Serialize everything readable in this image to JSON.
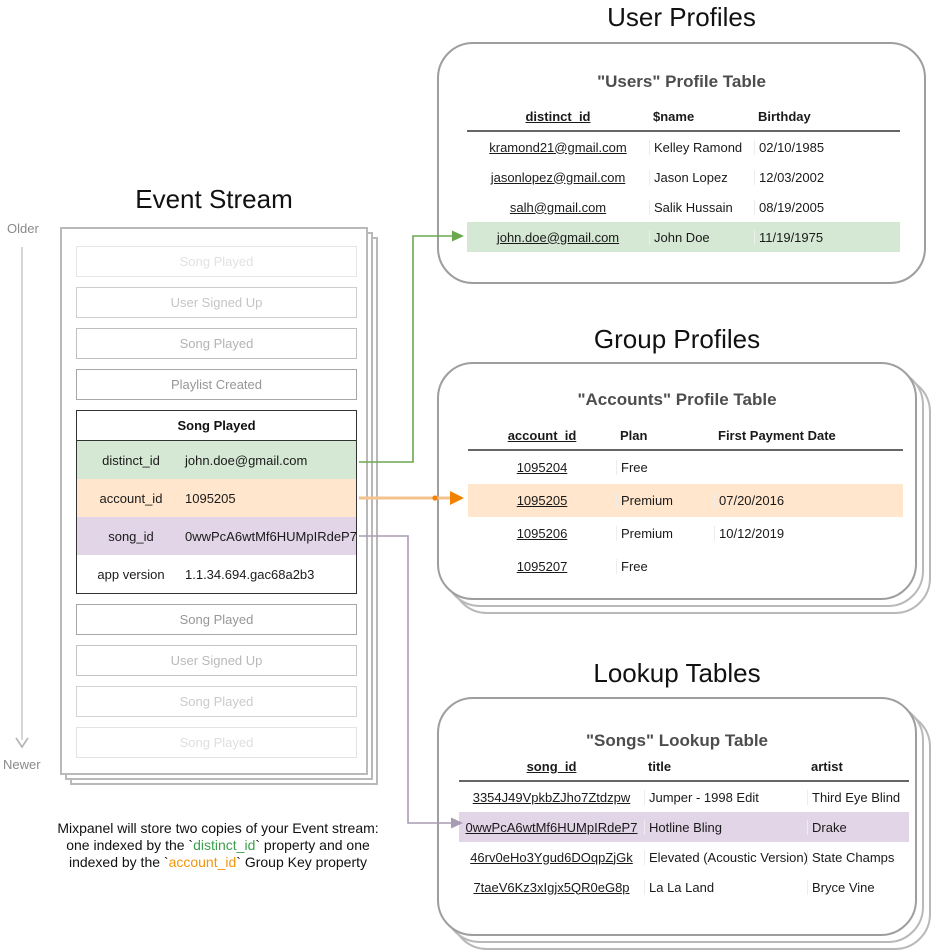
{
  "event_stream": {
    "title": "Event Stream",
    "older_label": "Older",
    "newer_label": "Newer",
    "events_above": [
      {
        "label": "Song Played",
        "opacity": 0.25
      },
      {
        "label": "User Signed Up",
        "opacity": 0.5
      },
      {
        "label": "Song Played",
        "opacity": 0.65
      },
      {
        "label": "Playlist Created",
        "opacity": 0.9
      }
    ],
    "expanded_event": {
      "title": "Song Played",
      "properties": [
        {
          "key": "distinct_id",
          "value": "john.doe@gmail.com",
          "highlight": "green"
        },
        {
          "key": "account_id",
          "value": "1095205",
          "highlight": "orange"
        },
        {
          "key": "song_id",
          "value": "0wwPcA6wtMf6HUMpIRdeP7",
          "highlight": "purple"
        },
        {
          "key": "app version",
          "value": "1.1.34.694.gac68a2b3",
          "highlight": "none"
        }
      ]
    },
    "events_below": [
      {
        "label": "Song Played",
        "opacity": 0.9
      },
      {
        "label": "User Signed Up",
        "opacity": 0.6
      },
      {
        "label": "Song Played",
        "opacity": 0.45
      },
      {
        "label": "Song Played",
        "opacity": 0.28
      }
    ]
  },
  "sections": [
    {
      "title": "User Profiles",
      "card_title": "\"Users\" Profile Table",
      "columns": [
        "distinct_id",
        "$name",
        "Birthday"
      ],
      "rows": [
        [
          "kramond21@gmail.com",
          "Kelley Ramond",
          "02/10/1985"
        ],
        [
          "jasonlopez@gmail.com",
          "Jason Lopez",
          "12/03/2002"
        ],
        [
          "salh@gmail.com",
          "Salik Hussain",
          "08/19/2005"
        ],
        [
          "john.doe@gmail.com",
          "John Doe",
          "11/19/1975"
        ]
      ],
      "highlight_row": 3,
      "highlight_color": "green"
    },
    {
      "title": "Group Profiles",
      "card_title": "\"Accounts\" Profile Table",
      "columns": [
        "account_id",
        "Plan",
        "First Payment Date"
      ],
      "rows": [
        [
          "1095204",
          "Free",
          ""
        ],
        [
          "1095205",
          "Premium",
          "07/20/2016"
        ],
        [
          "1095206",
          "Premium",
          "10/12/2019"
        ],
        [
          "1095207",
          "Free",
          ""
        ]
      ],
      "highlight_row": 1,
      "highlight_color": "orange"
    },
    {
      "title": "Lookup Tables",
      "card_title": "\"Songs\" Lookup Table",
      "columns": [
        "song_id",
        "title",
        "artist"
      ],
      "rows": [
        [
          "3354J49VpkbZJho7Ztdzpw",
          "Jumper - 1998 Edit",
          "Third Eye Blind"
        ],
        [
          "0wwPcA6wtMf6HUMpIRdeP7",
          "Hotline Bling",
          "Drake"
        ],
        [
          "46rv0eHo3Ygud6DOqpZjGk",
          "Elevated (Acoustic Version)",
          "State Champs"
        ],
        [
          "7taeV6Kz3xIgjx5QR0eG8p",
          "La La Land",
          "Bryce Vine"
        ]
      ],
      "highlight_row": 1,
      "highlight_color": "purple"
    }
  ],
  "caption": {
    "line1": "Mixpanel will store two copies of your Event stream:",
    "line2_pre": "one indexed by the `",
    "line2_code": "distinct_id",
    "line2_post": "` property and one",
    "line3_pre": "indexed by the `",
    "line3_code": "account_id",
    "line3_post": "` Group Key property"
  },
  "colors": {
    "green_fill": "#d5e8d4",
    "orange_fill": "#ffe6cc",
    "purple_fill": "#e1d5e7",
    "green_arrow": "#6aa84f",
    "orange_arrow_line": "#f5c28d",
    "orange_arrow_head": "#ef8300",
    "purple_arrow": "#a89cb3",
    "caption_green_text": "#3da14d",
    "caption_orange_text": "#f2950a"
  }
}
